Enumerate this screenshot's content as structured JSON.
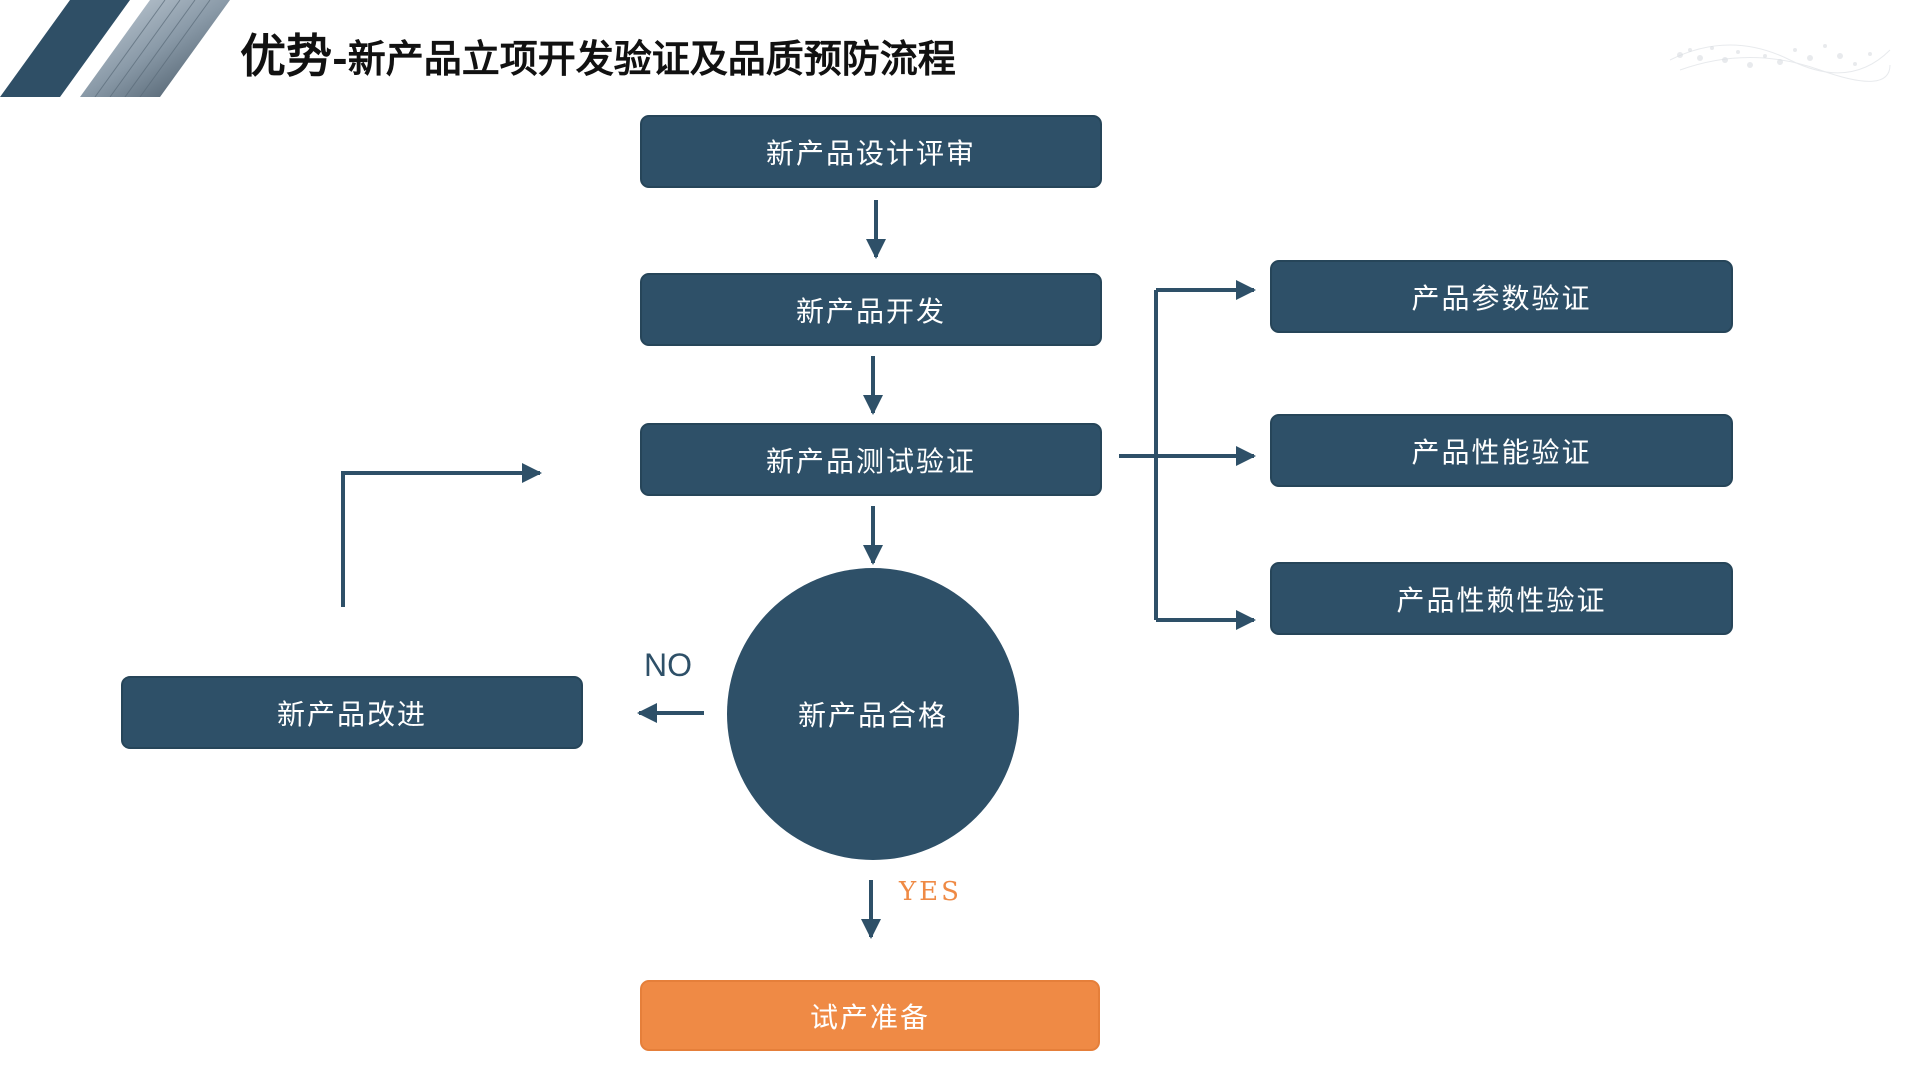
{
  "title": {
    "main": "优势",
    "sub": "-新产品立项开发验证及品质预防流程"
  },
  "flow": {
    "design_review": "新产品设计评审",
    "development": "新产品开发",
    "test_verification": "新产品测试验证",
    "qualified": "新产品合格",
    "improvement": "新产品改进",
    "trial_production": "试产准备",
    "param_verification": "产品参数验证",
    "performance_verification": "产品性能验证",
    "reliability_verification": "产品性赖性验证",
    "no_label": "NO",
    "yes_label": "YES"
  },
  "colors": {
    "box": "#2e5068",
    "accent": "#ef8a45",
    "arrow": "#2e5068"
  }
}
